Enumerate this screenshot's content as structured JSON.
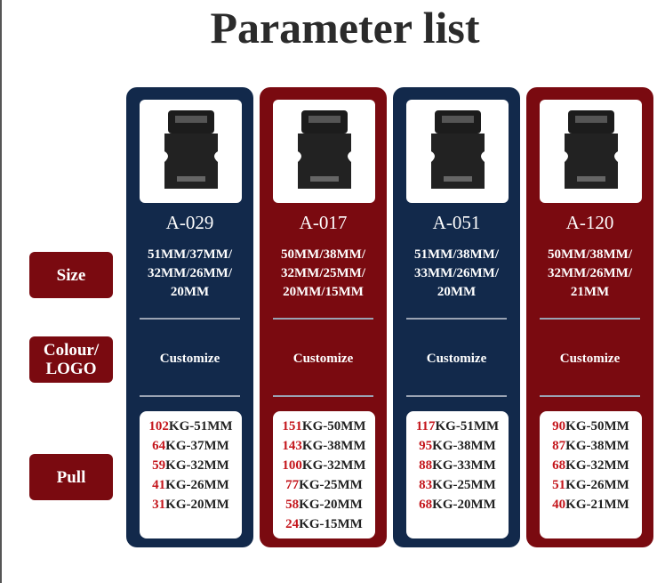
{
  "title": "Parameter list",
  "labels": {
    "size": "Size",
    "colour": "Colour/ LOGO",
    "pull": "Pull"
  },
  "colors": {
    "navy": "#12294b",
    "maroon": "#7a0a10",
    "accent": "#c4161c"
  },
  "products": [
    {
      "code": "A-029",
      "size": "51MM/37MM/ 32MM/26MM/ 20MM",
      "colour": "Customize",
      "pull": [
        [
          "102",
          "KG-51MM"
        ],
        [
          "64",
          "KG-37MM"
        ],
        [
          "59",
          "KG-32MM"
        ],
        [
          "41",
          "KG-26MM"
        ],
        [
          "31",
          "KG-20MM"
        ]
      ]
    },
    {
      "code": "A-017",
      "size": "50MM/38MM/ 32MM/25MM/ 20MM/15MM",
      "colour": "Customize",
      "pull": [
        [
          "151",
          "KG-50MM"
        ],
        [
          "143",
          "KG-38MM"
        ],
        [
          "100",
          "KG-32MM"
        ],
        [
          "77",
          "KG-25MM"
        ],
        [
          "58",
          "KG-20MM"
        ],
        [
          "24",
          "KG-15MM"
        ]
      ]
    },
    {
      "code": "A-051",
      "size": "51MM/38MM/ 33MM/26MM/ 20MM",
      "colour": "Customize",
      "pull": [
        [
          "117",
          "KG-51MM"
        ],
        [
          "95",
          "KG-38MM"
        ],
        [
          "88",
          "KG-33MM"
        ],
        [
          "83",
          "KG-25MM"
        ],
        [
          "68",
          "KG-20MM"
        ]
      ]
    },
    {
      "code": "A-120",
      "size": "50MM/38MM/ 32MM/26MM/ 21MM",
      "colour": "Customize",
      "pull": [
        [
          "90",
          "KG-50MM"
        ],
        [
          "87",
          "KG-38MM"
        ],
        [
          "68",
          "KG-32MM"
        ],
        [
          "51",
          "KG-26MM"
        ],
        [
          "40",
          "KG-21MM"
        ]
      ]
    }
  ]
}
